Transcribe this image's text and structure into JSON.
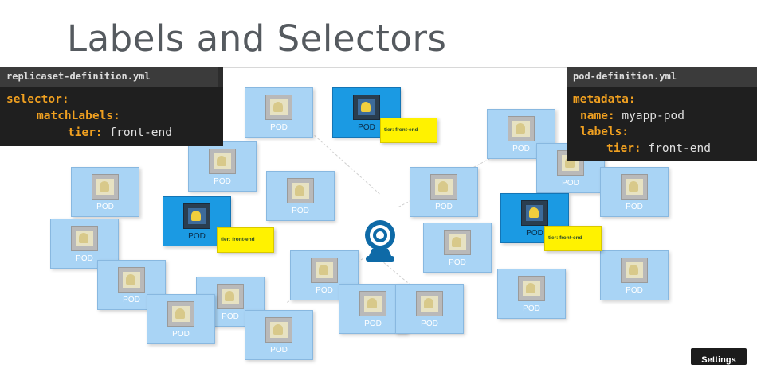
{
  "slide": {
    "title": "Labels and Selectors"
  },
  "replicaset": {
    "filename": "replicaset-definition.yml",
    "line1_key": "selector:",
    "line2_key": "matchLabels:",
    "line3_key": "tier:",
    "line3_val": "front-end"
  },
  "pod_def": {
    "filename": "pod-definition.yml",
    "line1_key": "metadata:",
    "line2_key": "name:",
    "line2_val": "myapp-pod",
    "line3_key": "labels:",
    "line4_key": "tier:",
    "line4_val": "front-end"
  },
  "pod_label": "POD",
  "tag_text": "tier: front-end",
  "colors": {
    "pod": "#a9d4f5",
    "pod_selected": "#1b9ae3",
    "tag": "#fff200",
    "key": "#f0a020",
    "camera": "#0e6aa7"
  },
  "ui": {
    "settings_label": "Settings"
  }
}
